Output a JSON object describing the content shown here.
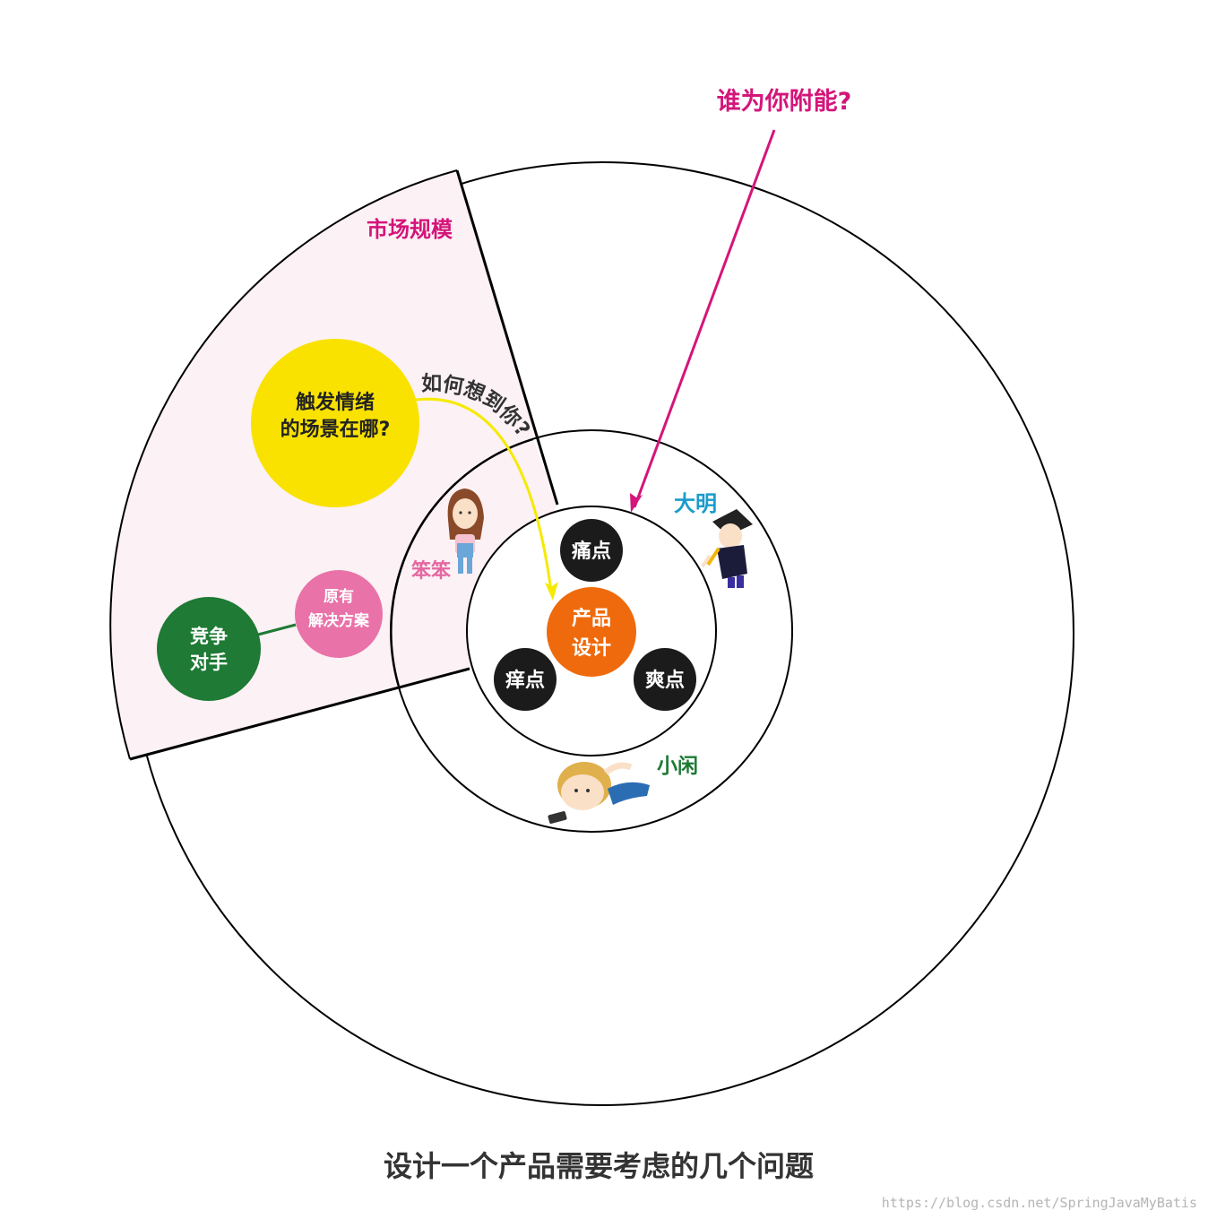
{
  "annotation_top": "谁为你附能?",
  "market_size_label": "市场规模",
  "trigger_scene": {
    "line1": "触发情绪",
    "line2": "的场景在哪?"
  },
  "how_to_think_of_you": "如何想到你?",
  "competitor": {
    "line1": "竞争",
    "line2": "对手"
  },
  "existing_solution": {
    "line1": "原有",
    "line2": "解决方案"
  },
  "product_design": {
    "line1": "产品",
    "line2": "设计"
  },
  "pain_point": "痛点",
  "itch_point": "痒点",
  "delight_point": "爽点",
  "personas": {
    "benben": "笨笨",
    "daming": "大明",
    "xiaoxian": "小闲"
  },
  "caption": "设计一个产品需要考虑的几个问题",
  "watermark": "https://blog.csdn.net/SpringJavaMyBatis",
  "colors": {
    "magenta": "#d4157a",
    "yellow": "#f9e200",
    "green": "#1e7a34",
    "pink": "#e972a8",
    "orange": "#ef6a0c",
    "black": "#1b1b1b",
    "sector_fill": "#fcf1f5",
    "benben_text": "#e467a0",
    "daming_text": "#1a9ccb",
    "xiaoxian_text": "#1e7a34"
  }
}
